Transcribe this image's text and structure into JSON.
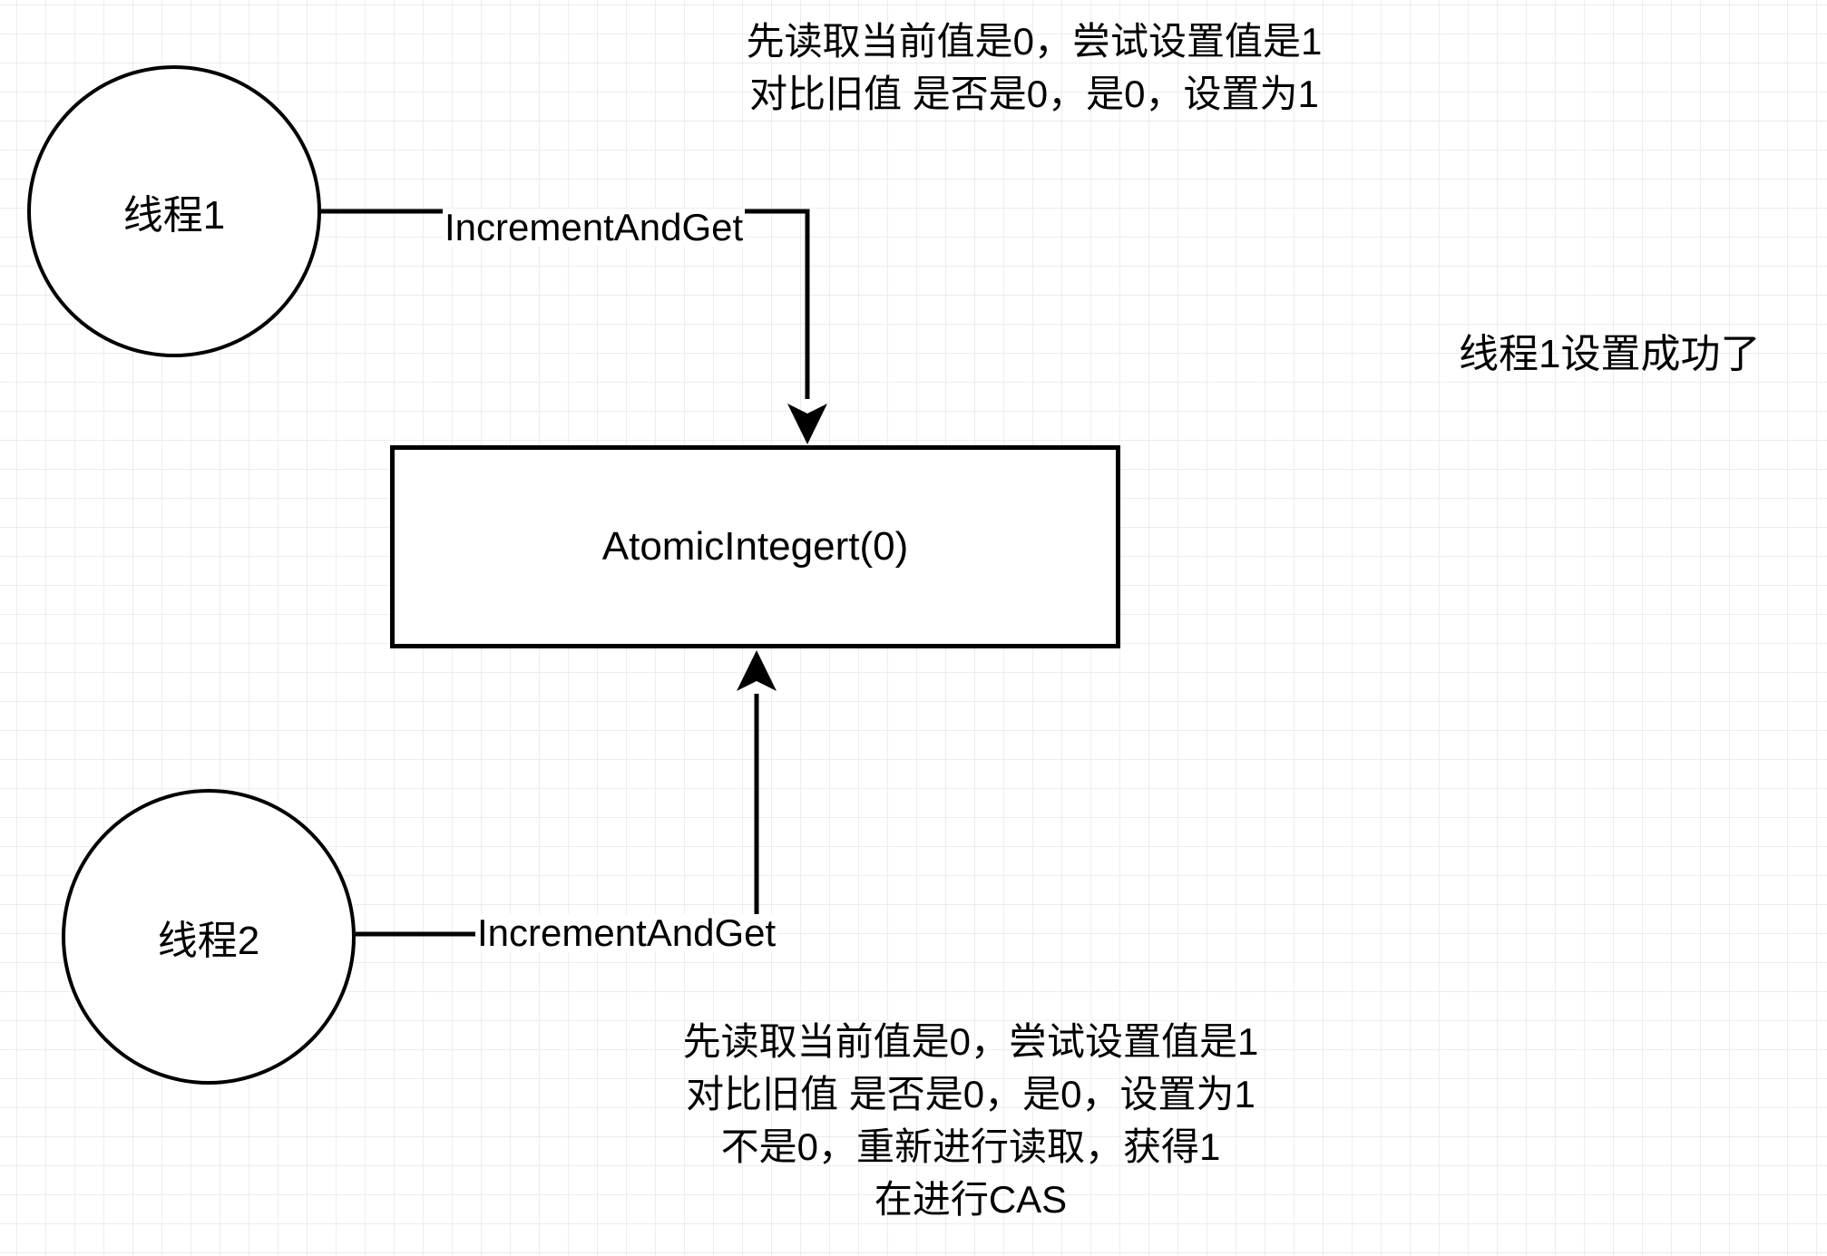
{
  "nodes": {
    "thread1": "线程1",
    "thread2": "线程2",
    "atomic": "AtomicIntegert(0)"
  },
  "edges": {
    "thread1_label": "IncrementAndGet",
    "thread2_label": "IncrementAndGet"
  },
  "notes": {
    "top": [
      "先读取当前值是0，尝试设置值是1",
      "对比旧值 是否是0，是0，设置为1"
    ],
    "bottom": [
      "先读取当前值是0，尝试设置值是1",
      "对比旧值 是否是0，是0，设置为1",
      "不是0，重新进行读取，获得1",
      "在进行CAS"
    ],
    "right": "线程1设置成功了"
  },
  "colors": {
    "stroke": "#000000",
    "grid_major": "#d9d9d9",
    "grid_minor": "#ededed",
    "background": "#ffffff"
  }
}
